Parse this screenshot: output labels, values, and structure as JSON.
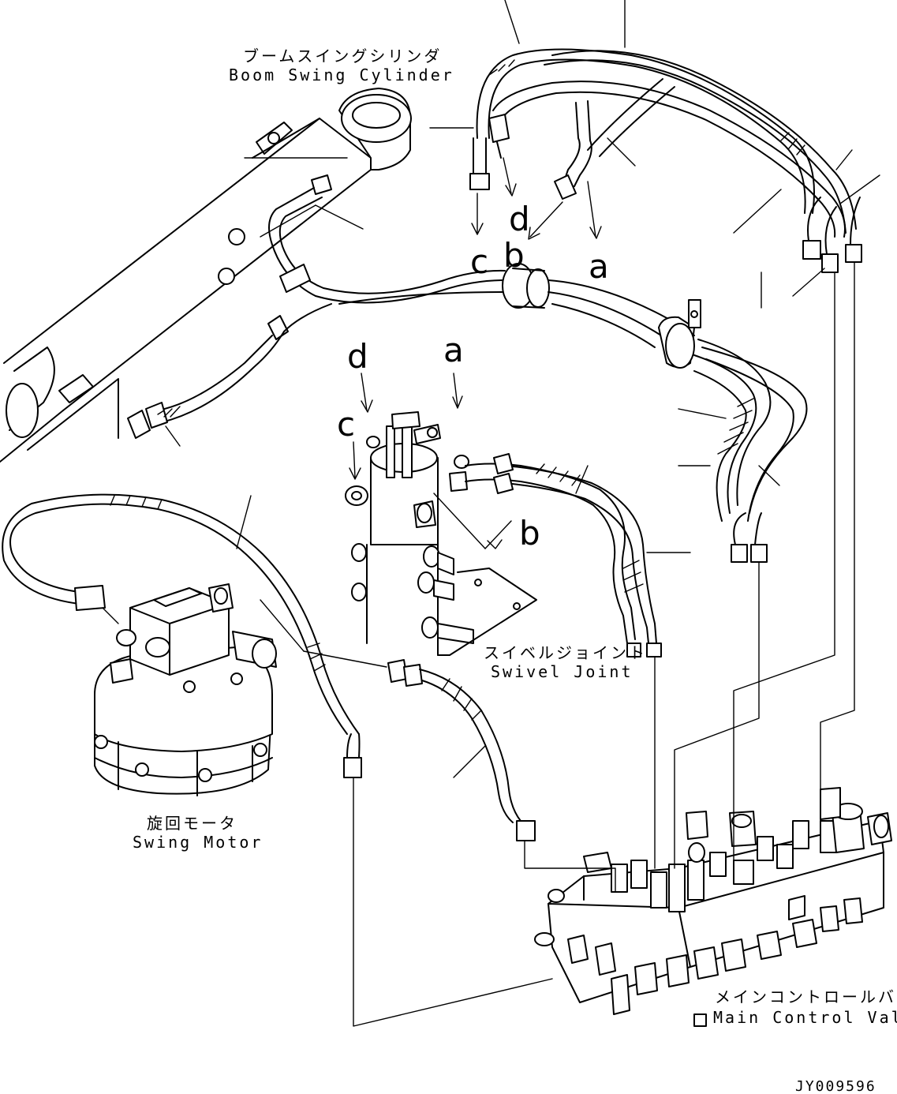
{
  "labels": {
    "boom_swing_cylinder": {
      "jp": "ブームスイングシリンダ",
      "en": "Boom Swing Cylinder"
    },
    "swivel_joint": {
      "jp": "スイベルジョイント",
      "en": "Swivel Joint"
    },
    "swing_motor": {
      "jp": "旋回モータ",
      "en": "Swing Motor"
    },
    "main_control_valve": {
      "jp": "メインコントロールバルブ",
      "en": "Main Control Valve"
    }
  },
  "port_letters": {
    "top": [
      "c",
      "b",
      "d",
      "a"
    ],
    "swivel": [
      "d",
      "a",
      "c",
      "b"
    ]
  },
  "drawing_code": "JY009596"
}
